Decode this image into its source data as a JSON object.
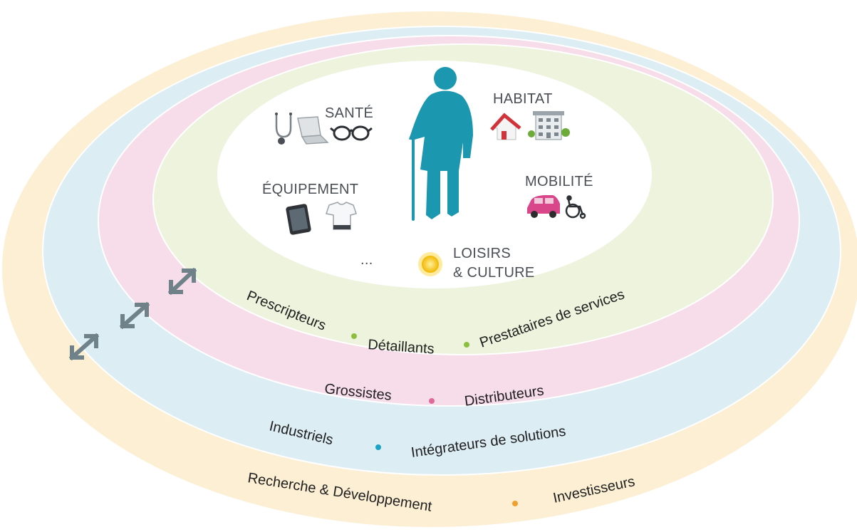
{
  "center": {
    "domains": {
      "sante": "SANTÉ",
      "habitat": "HABITAT",
      "equipement": "ÉQUIPEMENT",
      "mobilite": "MOBILITÉ",
      "loisirs_line1": "LOISIRS",
      "loisirs_line2": "& CULTURE",
      "etc": "..."
    }
  },
  "rings": [
    {
      "id": "green",
      "color": "#eef3dd",
      "dot_color": "#8cbf3f",
      "left": "Prescripteurs",
      "middle": "Détaillants",
      "right": "Prestataires de services"
    },
    {
      "id": "pink",
      "color": "#f7dde9",
      "dot_color": "#e0699b",
      "left": "Grossistes",
      "right": "Distributeurs"
    },
    {
      "id": "blue",
      "color": "#dcedf4",
      "dot_color": "#1aa2c7",
      "left": "Industriels",
      "right": "Intégrateurs de solutions"
    },
    {
      "id": "yellow",
      "color": "#fcefd3",
      "dot_color": "#f0a02c",
      "left": "Recherche & Développement",
      "right": "Investisseurs"
    }
  ],
  "colors": {
    "person": "#1b97b0",
    "arrow": "#6f8189",
    "domain_text": "#4a4f55"
  },
  "icons": [
    "stethoscope-icon",
    "laptop-icon",
    "glasses-icon",
    "house-icon",
    "building-icon",
    "tablet-icon",
    "tshirt-icon",
    "car-icon",
    "wheelchair-icon",
    "sun-icon",
    "elderly-person-icon",
    "double-arrow-icon"
  ]
}
